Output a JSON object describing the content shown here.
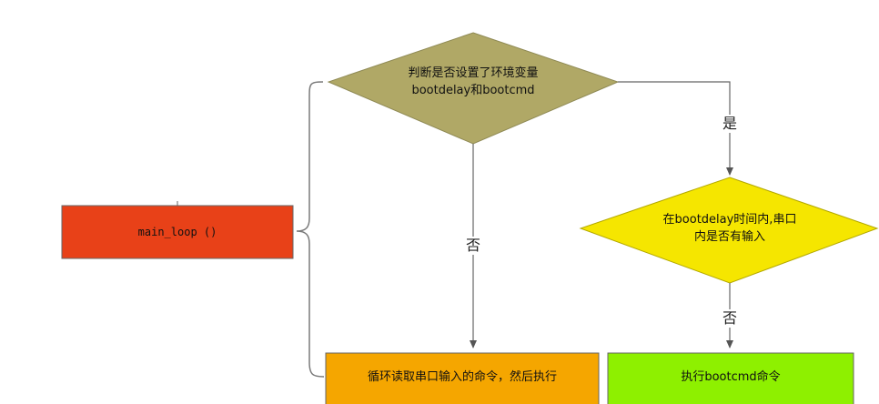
{
  "nodes": {
    "main_loop": {
      "label": "main_loop ()",
      "fill": "#e84118"
    },
    "check_env": {
      "line1": "判断是否设置了环境变量",
      "line2": "bootdelay和bootcmd",
      "fill": "#b0a866"
    },
    "check_serial": {
      "line1": "在bootdelay时间内,串口",
      "line2": "内是否有输入",
      "fill": "#f5e600"
    },
    "read_cmd": {
      "label": "循环读取串口输入的命令，然后执行",
      "fill": "#f5a600"
    },
    "exec_bootcmd": {
      "label": "执行bootcmd命令",
      "fill": "#8ef000"
    }
  },
  "edges": {
    "yes_label": "是",
    "no_label_left": "否",
    "no_label_right": "否"
  },
  "colors": {
    "stroke": "#6b6b6b",
    "brace": "#7a7a7a"
  }
}
